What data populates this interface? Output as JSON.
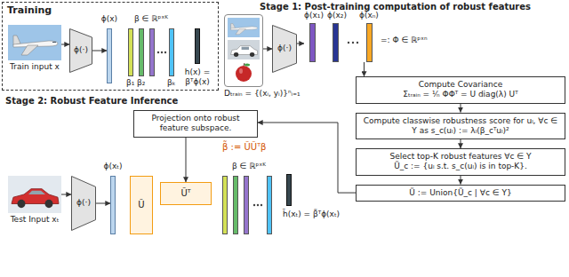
{
  "diagram": {
    "nodes": [
      {
        "text": [
          "Training"
        ]
      },
      {
        "text": [
          "Train input x"
        ],
        "in": 0
      },
      {
        "text": [
          "ϕ(·)"
        ],
        "in": 0
      },
      {
        "text": [
          "ϕ(x)"
        ],
        "in": 0
      },
      {
        "text": [
          "β ∈ ℝᵖˣᴷ",
          "β₁",
          "β₂",
          "βₖ"
        ],
        "in": 0
      },
      {
        "text": [
          "h(x) = βᵀϕ(x)"
        ],
        "in": 0
      },
      {
        "text": [
          "Dₜᵣₐᵢₙ = {(xᵢ, yᵢ)}ⁿᵢ₌₁"
        ]
      },
      {
        "text": [
          "ϕ(·)"
        ]
      },
      {
        "text": [
          "ϕ(x₁)",
          "ϕ(x₂)",
          "ϕ(xₙ)",
          "=: Φ ∈ ℝᵖˣⁿ"
        ]
      },
      {
        "text": [
          "Compute Covariance",
          "Σₜᵣₐᵢₙ = ¹⁄ₙ ΦΦᵀ = U diag(λ) Uᵀ"
        ]
      },
      {
        "text": [
          "Compute classwise robustness score for uₗ, ∀c ∈ Y as s_c(uₗ) := λₗ(β_cᵀuₗ)²"
        ]
      },
      {
        "text": [
          "Select top-K robust features ∀c ∈ Y",
          "Ũ_c := {uₗ s.t. s_c(uₗ) is in top-K}."
        ]
      },
      {
        "text": [
          "Ũ := Union{Ũ_c | ∀c ∈ Y}"
        ]
      },
      {
        "text": [
          "Projection onto robust feature subspace."
        ]
      },
      {
        "text": [
          "Test Input xₜ"
        ]
      },
      {
        "text": [
          "ϕ(·)"
        ]
      },
      {
        "text": [
          "ϕ(xₜ)"
        ]
      },
      {
        "text": [
          "Ũ"
        ]
      },
      {
        "text": [
          "Ũᵀ"
        ]
      },
      {
        "text": [
          "β ∈ ℝᵖˣᴷ"
        ]
      },
      {
        "text": [
          "h̃(xₜ) = β̃ᵀϕ(xₜ)"
        ]
      }
    ],
    "edges": [
      {
        "from": 1,
        "to": 2,
        "arrow": "to"
      },
      {
        "from": 2,
        "to": 3,
        "arrow": "to"
      },
      {
        "from": 6,
        "to": 7,
        "arrow": "to"
      },
      {
        "from": 7,
        "to": 8,
        "arrow": "to"
      },
      {
        "from": 8,
        "to": 9,
        "arrow": "to"
      },
      {
        "from": 9,
        "to": 10,
        "arrow": "to"
      },
      {
        "from": 10,
        "to": 11,
        "arrow": "to"
      },
      {
        "from": 11,
        "to": 12,
        "arrow": "to"
      },
      {
        "from": 12,
        "to": 13,
        "arrow": "to"
      },
      {
        "from": 13,
        "to": 18,
        "arrow": "to"
      },
      {
        "from": 14,
        "to": 15,
        "arrow": "to"
      },
      {
        "from": 15,
        "to": 16,
        "arrow": "to"
      }
    ],
    "labels": [
      "Stage 1: Post-training computation of robust features",
      "Stage 2: Robust Feature Inference",
      "β̃ := ŨŨᵀβ"
    ]
  }
}
